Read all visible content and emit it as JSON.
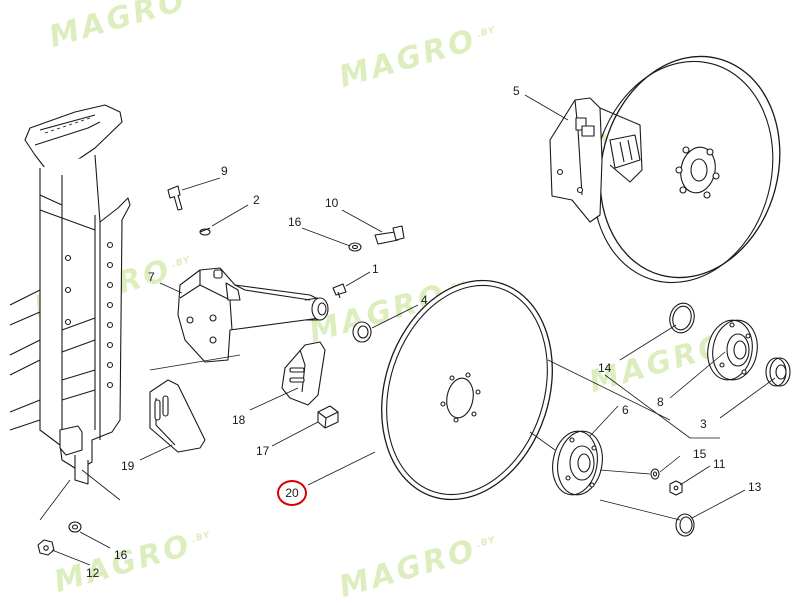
{
  "watermark": {
    "text": "MAGRO",
    "suffix": ".BY",
    "color": "#d7ecb2"
  },
  "highlight_color": "#d80000",
  "callouts": {
    "p1": "1",
    "p2": "2",
    "p3": "3",
    "p4": "4",
    "p5": "5",
    "p6": "6",
    "p7": "7",
    "p8": "8",
    "p9": "9",
    "p10": "10",
    "p11": "11",
    "p12": "12",
    "p13": "13",
    "p14": "14",
    "p15": "15",
    "p16a": "16",
    "p16b": "16",
    "p17": "17",
    "p18": "18",
    "p19": "19",
    "p20": "20"
  }
}
